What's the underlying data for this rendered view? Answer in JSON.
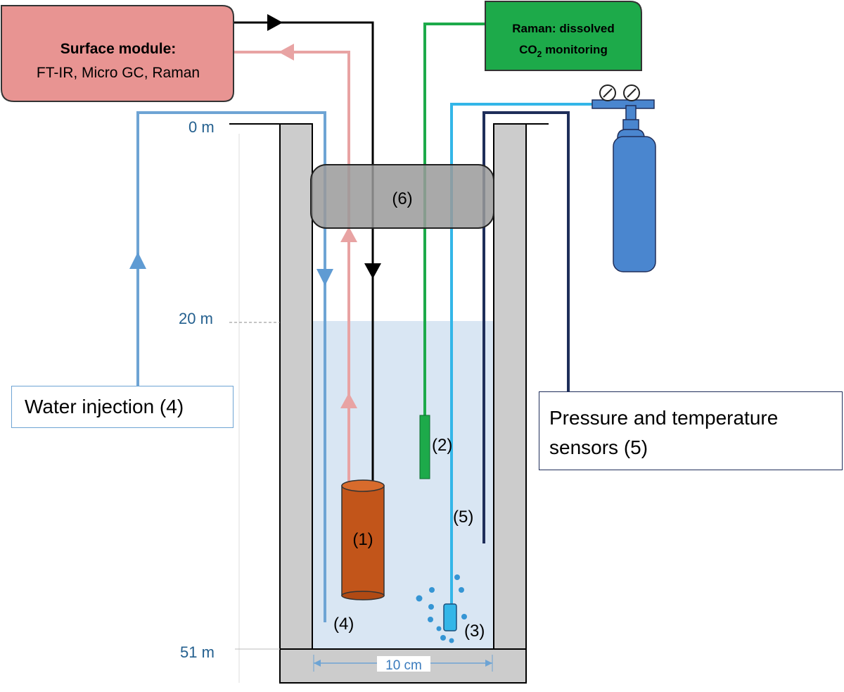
{
  "surface_module": {
    "title": "Surface module:",
    "subtitle": "FT-IR, Micro GC, Raman",
    "color": "#e89492"
  },
  "raman_box": {
    "line1": "Raman: dissolved",
    "line2_prefix": "CO",
    "line2_sub": "2",
    "line2_suffix": " monitoring",
    "color": "#1daa4a"
  },
  "depths": {
    "top": "0 m",
    "water_level": "20 m",
    "bottom": "51 m"
  },
  "labels": {
    "packer": "(6)",
    "sample": "(1)",
    "raman_probe": "(2)",
    "injector": "(3)",
    "water_outlet": "(4)",
    "sensor_line": "(5)"
  },
  "callouts": {
    "water_injection": "Water injection (4)",
    "sensors": "Pressure and temperature sensors (5)"
  },
  "dimension": {
    "width": "10 cm"
  },
  "colors": {
    "well_wall": "#cccccc",
    "water": "#d9e6f3",
    "water_line": "#6ea4d4",
    "gas_return": "#e8a3a3",
    "black_line": "#000000",
    "raman_line": "#1daa4a",
    "co2_line": "#33b6e8",
    "sensor_line": "#1f2e5a",
    "sample": "#c2551a",
    "packer": "#a0a0a0",
    "cylinder": "#4a86cf",
    "depth_text": "#24608f"
  }
}
